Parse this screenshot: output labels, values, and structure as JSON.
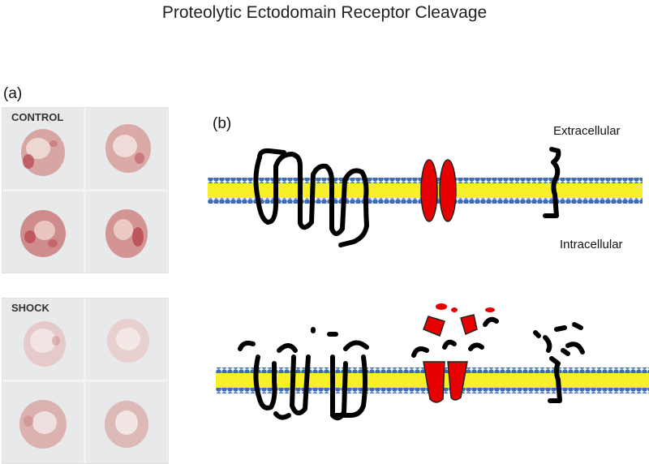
{
  "title": "Proteolytic Ectodomain Receptor Cleavage",
  "panels": {
    "a_label": "(a)",
    "b_label": "(b)"
  },
  "micrographs": {
    "control_label": "CONTROL",
    "shock_label": "SHOCK"
  },
  "membrane": {
    "extracellular_label": "Extracellular",
    "intracellular_label": "Intracellular"
  },
  "colors": {
    "bead": "#3d6db3",
    "lipid_core": "#f6ef2a",
    "channel": "#e60000",
    "receptor": "#000000",
    "cell_control": "#b8404a",
    "cell_shock": "#c98a8a"
  }
}
